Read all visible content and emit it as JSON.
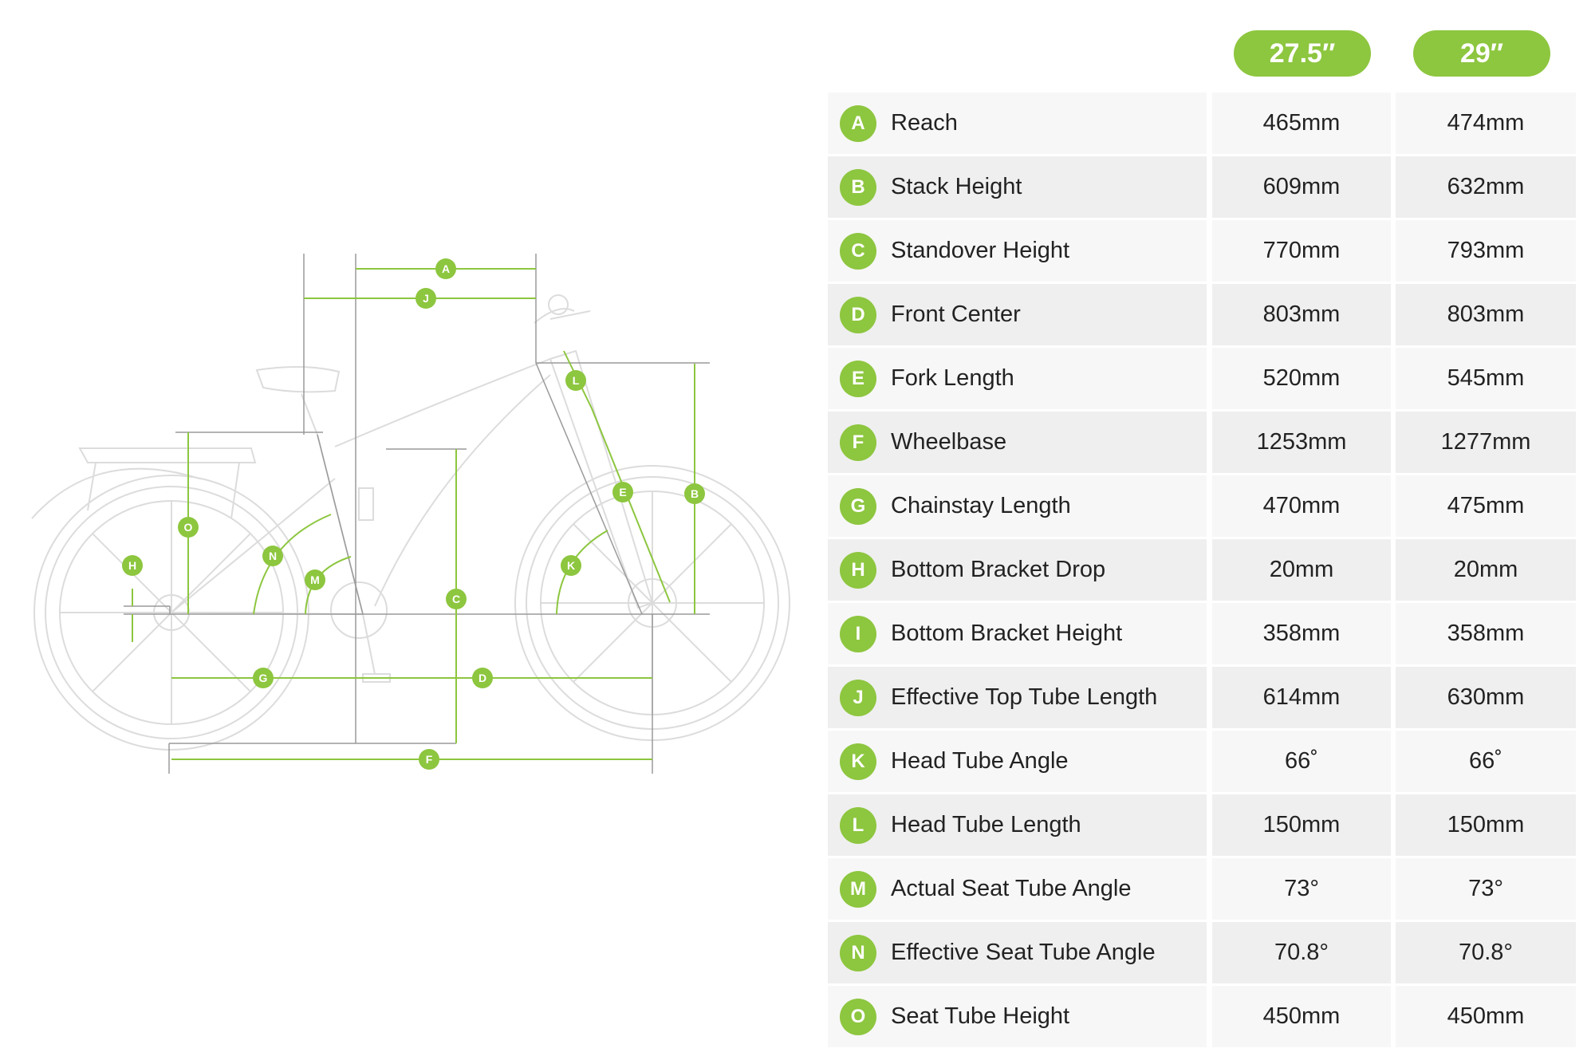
{
  "sizes": [
    "27.5″",
    "29″"
  ],
  "diagram_markers": [
    "A",
    "B",
    "C",
    "D",
    "E",
    "F",
    "G",
    "H",
    "J",
    "K",
    "L",
    "M",
    "N",
    "O"
  ],
  "colors": {
    "accent": "#8dc63f",
    "row_light": "#f7f7f7",
    "row_dark": "#efefef",
    "sketch": "#d9d9d9",
    "dim_line": "#8dc63f"
  },
  "rows": [
    {
      "letter": "A",
      "label": "Reach",
      "v1": "465mm",
      "v2": "474mm"
    },
    {
      "letter": "B",
      "label": "Stack Height",
      "v1": "609mm",
      "v2": "632mm"
    },
    {
      "letter": "C",
      "label": "Standover Height",
      "v1": "770mm",
      "v2": "793mm"
    },
    {
      "letter": "D",
      "label": "Front Center",
      "v1": "803mm",
      "v2": "803mm"
    },
    {
      "letter": "E",
      "label": "Fork Length",
      "v1": "520mm",
      "v2": "545mm"
    },
    {
      "letter": "F",
      "label": "Wheelbase",
      "v1": "1253mm",
      "v2": "1277mm"
    },
    {
      "letter": "G",
      "label": "Chainstay Length",
      "v1": "470mm",
      "v2": "475mm"
    },
    {
      "letter": "H",
      "label": "Bottom Bracket Drop",
      "v1": "20mm",
      "v2": "20mm"
    },
    {
      "letter": "I",
      "label": "Bottom Bracket Height",
      "v1": "358mm",
      "v2": "358mm"
    },
    {
      "letter": "J",
      "label": "Effective Top Tube Length",
      "v1": "614mm",
      "v2": "630mm"
    },
    {
      "letter": "K",
      "label": "Head Tube Angle",
      "v1": "66˚",
      "v2": "66˚"
    },
    {
      "letter": "L",
      "label": "Head Tube Length",
      "v1": "150mm",
      "v2": "150mm"
    },
    {
      "letter": "M",
      "label": "Actual Seat Tube Angle",
      "v1": "73°",
      "v2": "73°"
    },
    {
      "letter": "N",
      "label": "Effective Seat Tube Angle",
      "v1": "70.8°",
      "v2": "70.8°"
    },
    {
      "letter": "O",
      "label": "Seat Tube Height",
      "v1": "450mm",
      "v2": "450mm"
    }
  ]
}
